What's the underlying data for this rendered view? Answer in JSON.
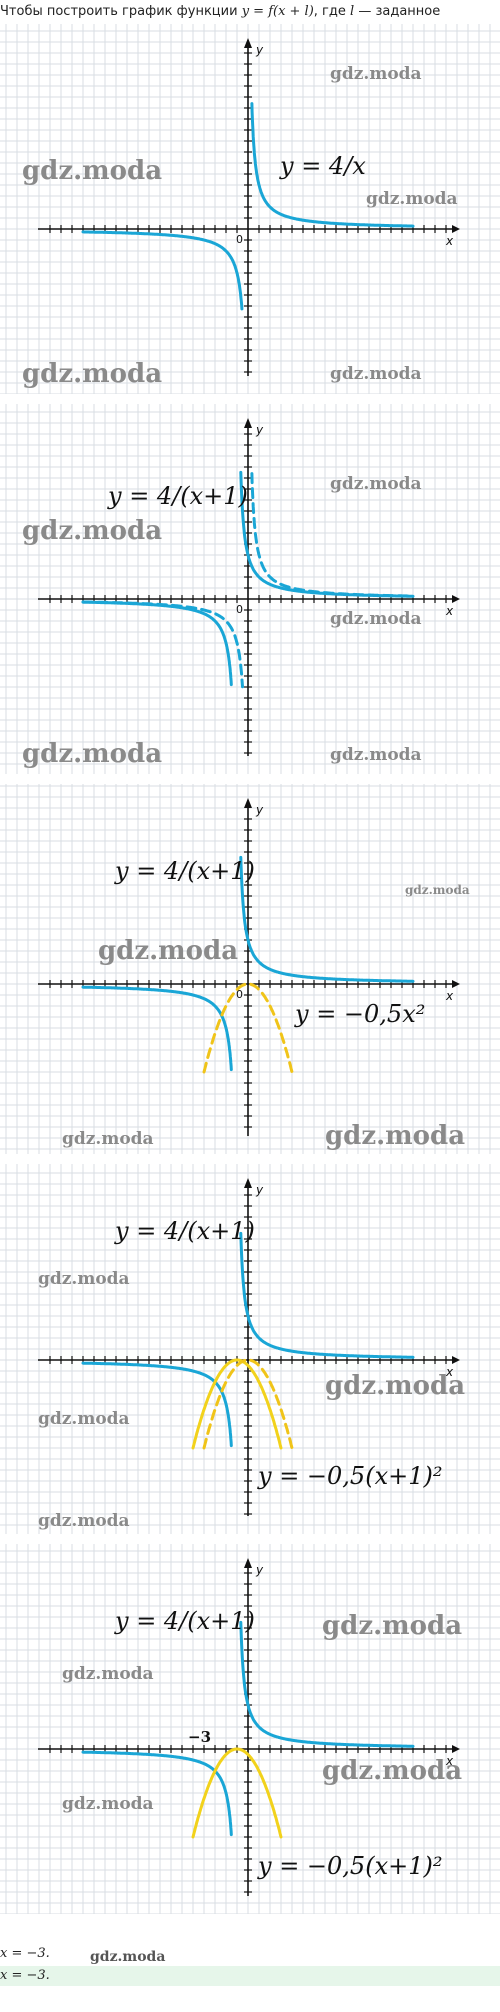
{
  "intro": {
    "prefix": "Чтобы построить график функции ",
    "formula": "y = f(x + l)",
    "middle": ", где ",
    "l": "l",
    "suffix": " — заданное"
  },
  "footer": {
    "line1": "x = −3.",
    "line2": "x = −3.",
    "watermark": "gdz.moda"
  },
  "watermark_text": "gdz.moda",
  "colors": {
    "grid": "#d9dde3",
    "axis": "#111111",
    "blue": "#1aa6d6",
    "yellow": "#f2d21b",
    "yellow_dashed": "#f0c419",
    "highlight": "#e6f6ea"
  },
  "chart_data": [
    {
      "type": "line",
      "axis_labels": {
        "x": "x",
        "y": "y",
        "origin": "0"
      },
      "annotations": [
        {
          "text": "y = 4/x"
        }
      ],
      "series": [
        {
          "function": "4/x",
          "style": "solid",
          "color": "#1aa6d6"
        }
      ]
    },
    {
      "type": "line",
      "axis_labels": {
        "x": "x",
        "y": "y",
        "origin": "0"
      },
      "annotations": [
        {
          "text": "y = 4/(x+1)"
        }
      ],
      "series": [
        {
          "function": "4/(x+1)",
          "style": "solid",
          "color": "#1aa6d6"
        },
        {
          "function": "4/x",
          "style": "dashed",
          "color": "#1aa6d6"
        }
      ]
    },
    {
      "type": "line",
      "axis_labels": {
        "x": "x",
        "y": "y",
        "origin": "0"
      },
      "annotations": [
        {
          "text": "y = 4/(x+1)"
        },
        {
          "text": "y = −0,5x²"
        }
      ],
      "series": [
        {
          "function": "4/(x+1)",
          "style": "solid",
          "color": "#1aa6d6"
        },
        {
          "function": "-0.5*x^2",
          "style": "dashed",
          "color": "#f0c419"
        }
      ]
    },
    {
      "type": "line",
      "axis_labels": {
        "x": "x",
        "y": "y",
        "origin": ""
      },
      "annotations": [
        {
          "text": "y = 4/(x+1)"
        },
        {
          "text": "y = −0,5(x+1)²"
        }
      ],
      "series": [
        {
          "function": "4/(x+1)",
          "style": "solid",
          "color": "#1aa6d6"
        },
        {
          "function": "-0.5*(x+1)^2",
          "style": "solid",
          "color": "#f2d21b"
        },
        {
          "function": "-0.5*x^2",
          "style": "dashed",
          "color": "#f0c419"
        }
      ]
    },
    {
      "type": "line",
      "axis_labels": {
        "x": "x",
        "y": "y",
        "origin": ""
      },
      "annotations": [
        {
          "text": "y = 4/(x+1)"
        },
        {
          "text": "y = −0,5(x+1)²"
        },
        {
          "text": "−3"
        }
      ],
      "series": [
        {
          "function": "4/(x+1)",
          "style": "solid",
          "color": "#1aa6d6"
        },
        {
          "function": "-0.5*(x+1)^2",
          "style": "solid",
          "color": "#f2d21b"
        }
      ]
    }
  ]
}
